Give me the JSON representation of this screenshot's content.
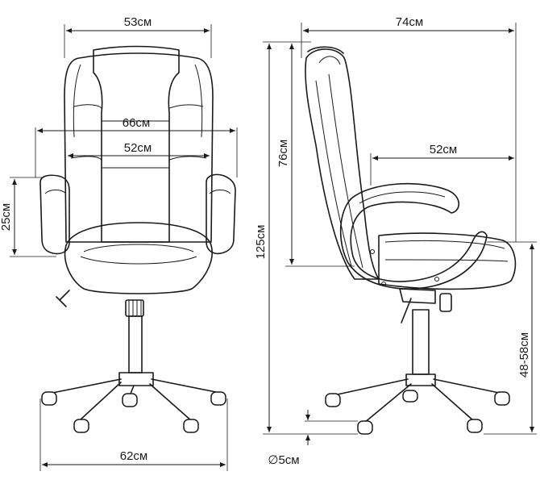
{
  "dimensions": {
    "front_top_width": "53см",
    "front_arm_width": "66см",
    "front_seat_width": "52см",
    "front_arm_height": "25см",
    "front_base_width": "62см",
    "side_total_depth": "74см",
    "side_seat_depth": "52см",
    "side_back_height": "76см",
    "side_total_height": "125см",
    "side_seat_height": "48-58см",
    "side_wheel_diameter": "∅5см"
  }
}
